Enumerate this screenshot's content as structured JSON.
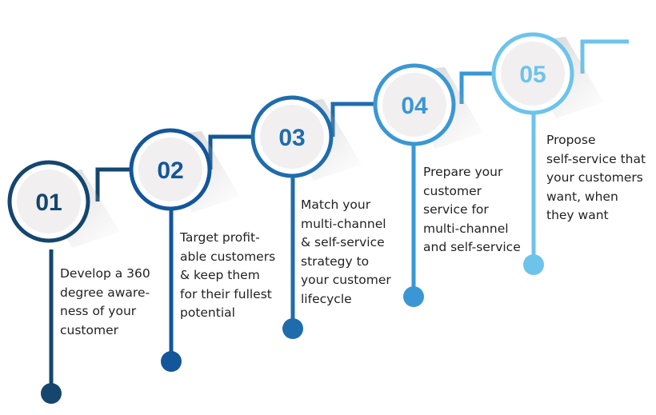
{
  "colors": {
    "step1": "#14466e",
    "step2": "#13569a",
    "step3": "#1f6cad",
    "step4": "#3a97d4",
    "step5": "#6dc3ea",
    "circle_fill": "#f1eff0",
    "text": "#222222"
  },
  "steps": [
    {
      "number": "01",
      "lines": [
        "Develop a 360",
        "degree aware-",
        "ness of your",
        "customer"
      ]
    },
    {
      "number": "02",
      "lines": [
        "Target profit-",
        "able customers",
        "& keep them",
        "for their fullest",
        "potential"
      ]
    },
    {
      "number": "03",
      "lines": [
        "Match your",
        "multi-channel",
        "& self-service",
        "strategy to",
        "your customer",
        "lifecycle"
      ]
    },
    {
      "number": "04",
      "lines": [
        "Prepare your",
        "customer",
        "service for",
        "multi-channel",
        "and self-service"
      ]
    },
    {
      "number": "05",
      "lines": [
        "Propose",
        "self-service that",
        "your customers",
        "want, when",
        "they want"
      ]
    }
  ]
}
